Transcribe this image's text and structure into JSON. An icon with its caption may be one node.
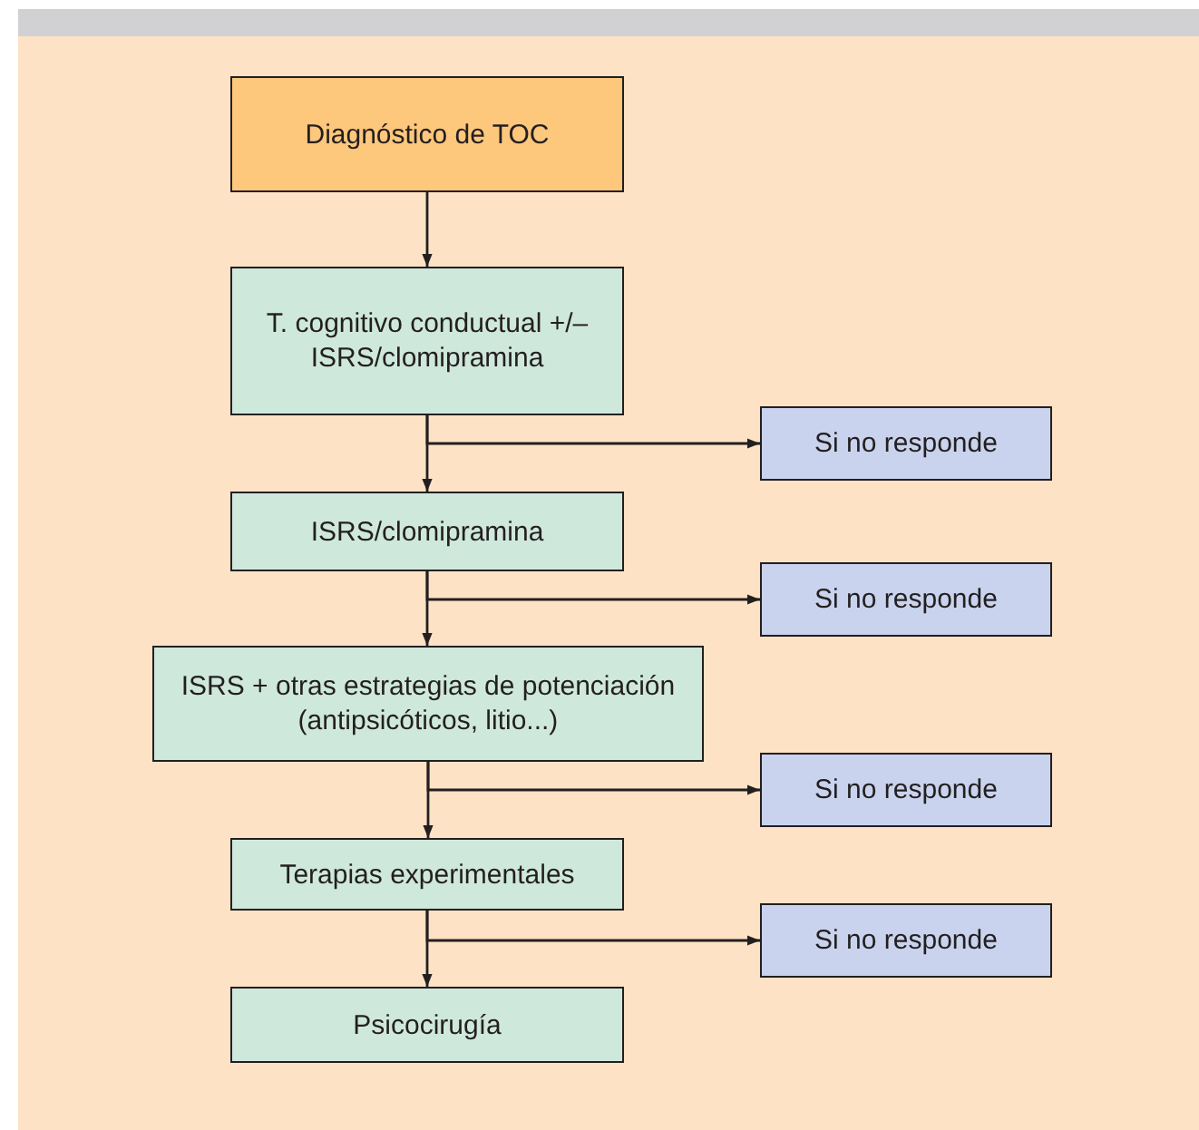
{
  "diagram": {
    "nodes": [
      {
        "text": [
          "Diagnóstico de TOC"
        ]
      },
      {
        "text": [
          "T. cognitivo conductual +/– ISRS/clomipramina"
        ]
      },
      {
        "text": [
          "Si no responde"
        ]
      },
      {
        "text": [
          "ISRS/clomipramina"
        ]
      },
      {
        "text": [
          "Si no responde"
        ]
      },
      {
        "text": [
          "ISRS + otras estrategias de potenciación (antipsicóticos, litio...)"
        ]
      },
      {
        "text": [
          "Si no responde"
        ]
      },
      {
        "text": [
          "Terapias experimentales"
        ]
      },
      {
        "text": [
          "Si no responde"
        ]
      },
      {
        "text": [
          "Psicocirugía"
        ]
      }
    ],
    "edges": [
      {
        "from": 0,
        "to": 1,
        "arrow": "to"
      },
      {
        "from": 1,
        "to": 3,
        "arrow": "to"
      },
      {
        "from": 1,
        "to": 2,
        "arrow": "to"
      },
      {
        "from": 3,
        "to": 5,
        "arrow": "to"
      },
      {
        "from": 3,
        "to": 4,
        "arrow": "to"
      },
      {
        "from": 5,
        "to": 7,
        "arrow": "to"
      },
      {
        "from": 5,
        "to": 6,
        "arrow": "to"
      },
      {
        "from": 7,
        "to": 9,
        "arrow": "to"
      },
      {
        "from": 7,
        "to": 8,
        "arrow": "to"
      }
    ]
  }
}
